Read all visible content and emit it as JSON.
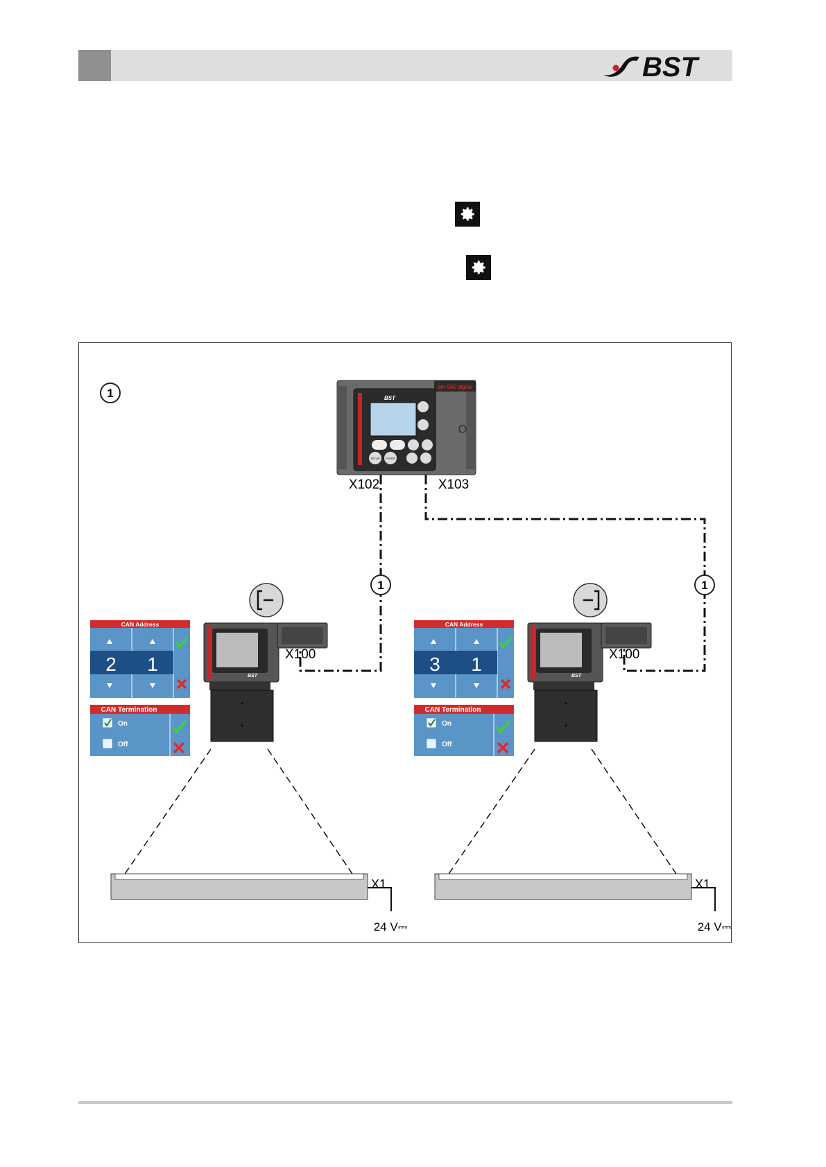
{
  "header": {
    "logo_text": "BST",
    "logo_icon": "bst-swoosh-icon"
  },
  "settings_icons": [
    {
      "icon": "gear-icon"
    },
    {
      "icon": "gear-icon"
    }
  ],
  "figure": {
    "callout": "1",
    "controller": {
      "brand": "BST",
      "model_badge": "ekr 500 digital",
      "buttons": {
        "setup": "SETUP",
        "enter": "ENTER"
      },
      "port_left": "X102",
      "port_right": "X103"
    },
    "cable_callout_left": "1",
    "cable_callout_right": "1",
    "sensors": [
      {
        "side_icon": "bracket-left-icon",
        "can_address": {
          "title": "CAN Address",
          "digit1": "2",
          "digit2": "1"
        },
        "can_termination": {
          "title": "CAN Termination",
          "on": "On",
          "off": "Off"
        },
        "sensor_brand": "BST",
        "port": "X100",
        "light_port": "X1",
        "supply": "24 V⎓"
      },
      {
        "side_icon": "bracket-right-icon",
        "can_address": {
          "title": "CAN Address",
          "digit1": "3",
          "digit2": "1"
        },
        "can_termination": {
          "title": "CAN Termination",
          "on": "On",
          "off": "Off"
        },
        "sensor_brand": "BST",
        "port": "X100",
        "light_port": "X1",
        "supply": "24 V⎓"
      }
    ]
  }
}
